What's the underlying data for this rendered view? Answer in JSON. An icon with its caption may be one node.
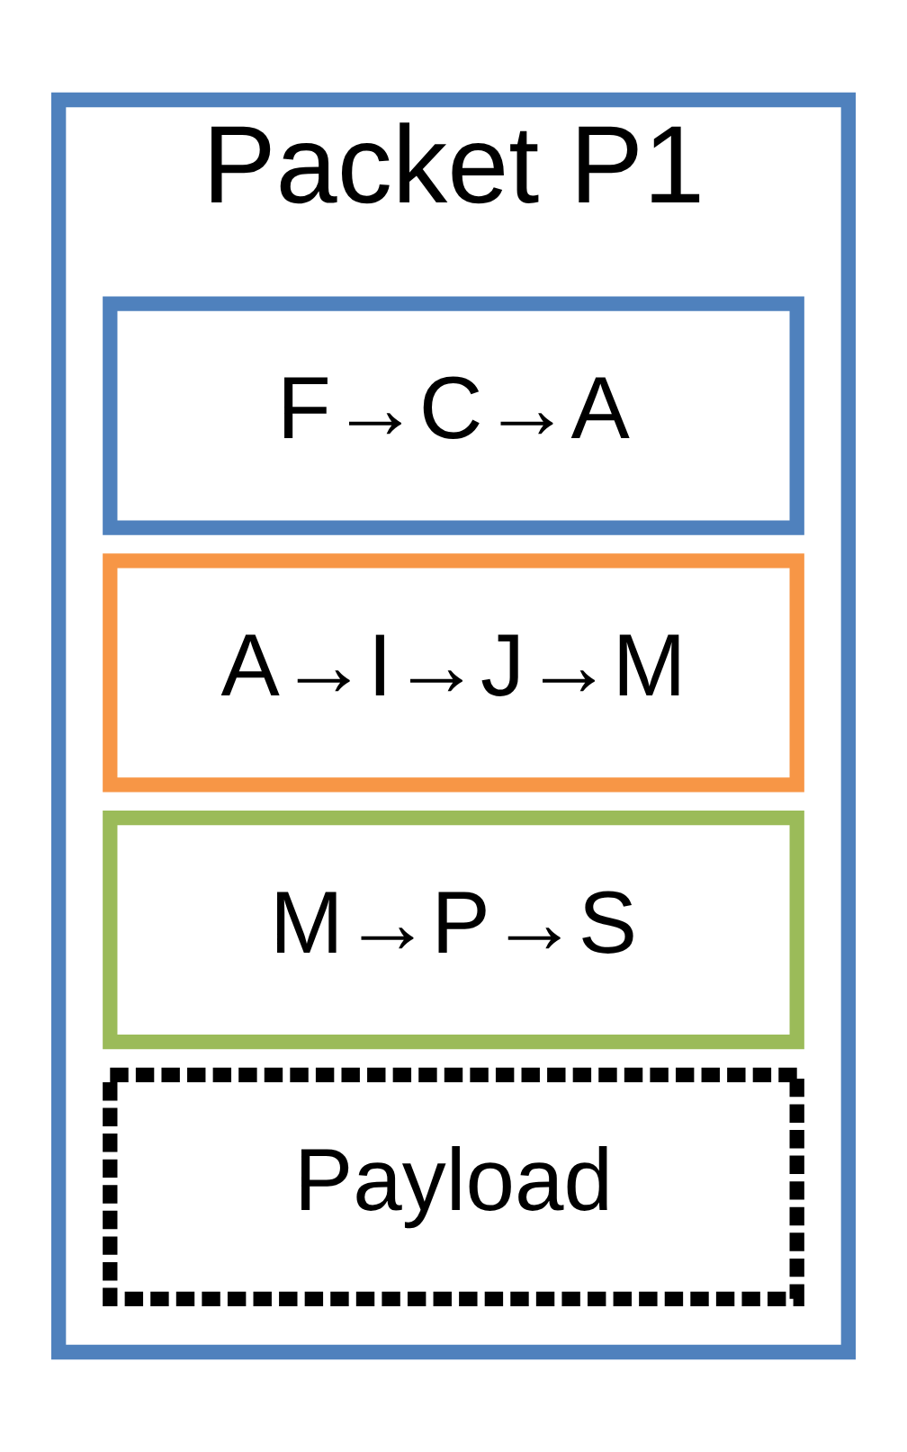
{
  "diagram": {
    "nodes": [
      {
        "text": [
          "Packet P1"
        ]
      },
      {
        "text": [
          "F→C→A"
        ],
        "in": 0
      },
      {
        "text": [
          "A→I→J→M"
        ],
        "in": 0
      },
      {
        "text": [
          "M→P→S"
        ],
        "in": 0
      },
      {
        "text": [
          "Payload"
        ],
        "in": 0
      }
    ]
  }
}
